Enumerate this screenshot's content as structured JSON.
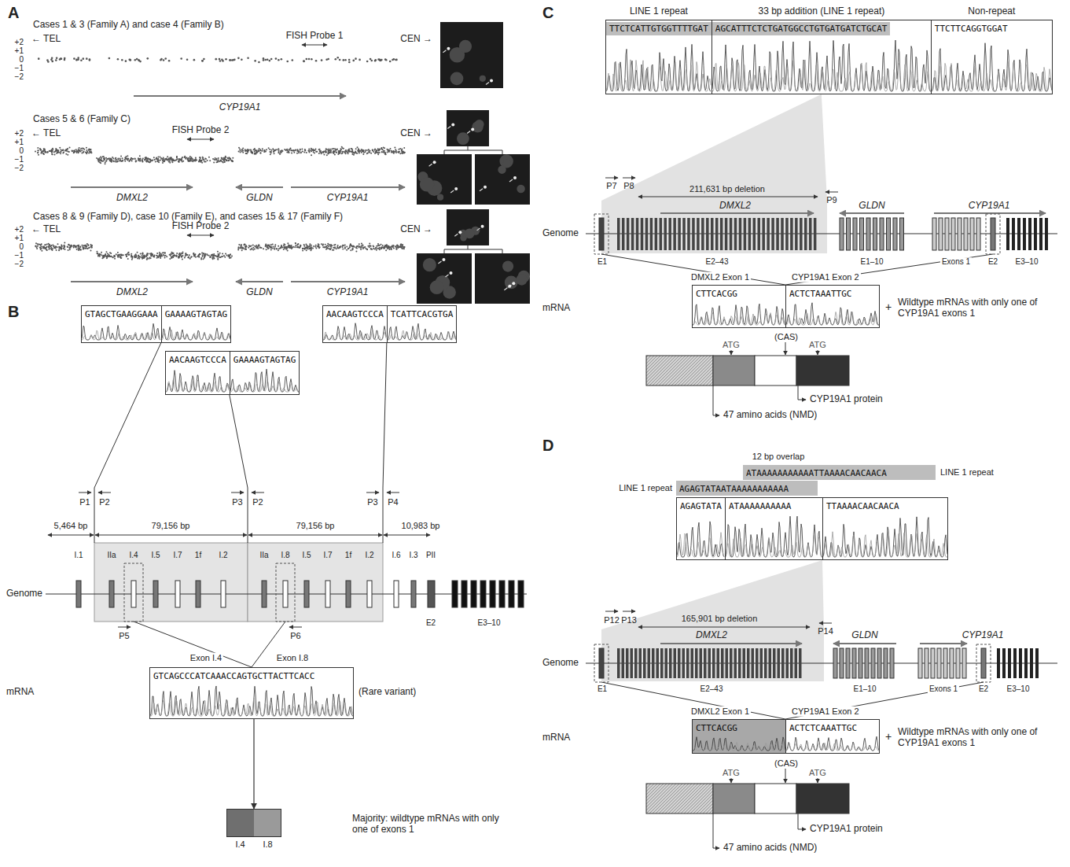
{
  "diagram": {
    "nodes": [
      {
        "text": [
          "GTAGCTGAAGGAAA"
        ]
      },
      {
        "text": [
          "GAAAAGTAGTAG"
        ]
      },
      {
        "text": [
          "AACAAGTCCCA"
        ]
      },
      {
        "text": [
          "TCATTCACGTGA"
        ]
      },
      {
        "text": [
          "AACAAGTCCCA"
        ]
      },
      {
        "text": [
          "GAAAAGTAGTAG"
        ]
      },
      {
        "text": [
          "GTCAGCCCATCAAACCAGTGCTTACTTCACC"
        ]
      },
      {
        "text": [
          "I.4",
          "I.8"
        ]
      },
      {
        "text": [
          "LINE 1 repeat",
          "TTCTCATTGTGGTTTTGAT"
        ]
      },
      {
        "text": [
          "33 bp addition (LINE 1 repeat)",
          "AGCATTTCTCTGATGGCCTGTGATGATCTGCAT"
        ]
      },
      {
        "text": [
          "Non-repeat",
          "TTCTTCAGGTGGAT"
        ]
      },
      {
        "text": [
          "CTTCACGG"
        ]
      },
      {
        "text": [
          "ACTCTAAATTGC"
        ]
      },
      {
        "text": [
          "ATAAAAAAAAAAATTAAAACAACAACA"
        ]
      },
      {
        "text": [
          "AGAGTATAATAAAAAAAAAAA"
        ]
      },
      {
        "text": [
          "AGAGTATA"
        ]
      },
      {
        "text": [
          "ATAAAAAAAAAA"
        ]
      },
      {
        "text": [
          "TTAAAACAACAACA"
        ]
      },
      {
        "text": [
          "CTTCACGG"
        ]
      },
      {
        "text": [
          "ACTCTCAAATTGC"
        ]
      }
    ],
    "edges": [
      {
        "from": 6,
        "to": 7,
        "arrow": "to"
      }
    ],
    "labels": [
      "A",
      "Cases 1 & 3 (Family A) and case 4 (Family B)",
      "+2",
      "+1",
      "0",
      "−1",
      "−2",
      "← TEL",
      "FISH Probe 1",
      "CEN →",
      "CYP19A1",
      "Cases 5 & 6 (Family C)",
      "+2",
      "+1",
      "0",
      "−1",
      "−2",
      "← TEL",
      "FISH Probe 2",
      "CEN →",
      "DMXL2",
      "GLDN",
      "CYP19A1",
      "Cases 8 & 9 (Family D), case 10 (Family E), and cases 15 & 17 (Family F)",
      "+2",
      "+1",
      "0",
      "−1",
      "−2",
      "← TEL",
      "FISH Probe 2",
      "CEN →",
      "DMXL2",
      "GLDN",
      "CYP19A1",
      "B",
      "P1",
      "P2",
      "P3",
      "P2",
      "P3",
      "P4",
      "5,464 bp",
      "79,156 bp",
      "79,156 bp",
      "10,983 bp",
      "I.1",
      "IIa",
      "I.4",
      "I.5",
      "I.7",
      "1f",
      "I.2",
      "IIa",
      "I.8",
      "I.5",
      "I.7",
      "1f",
      "I.2",
      "I.6",
      "I.3",
      "PII",
      "Genome",
      "E2",
      "E3–10",
      "P5",
      "P6",
      "Exon I.4",
      "Exon I.8",
      "mRNA",
      "(Rare variant)",
      "Majority: wildtype mRNAs with only one of exons 1",
      "C",
      "P7",
      "P8",
      "211,631 bp deletion",
      "P9",
      "DMXL2",
      "GLDN",
      "CYP19A1",
      "Genome",
      "E1",
      "E2–43",
      "E1–10",
      "Exons 1",
      "E2",
      "E3–10",
      "DMXL2 Exon 1",
      "CYP19A1 Exon 2",
      "mRNA",
      "+",
      "Wildtype mRNAs with only one of CYP19A1 exons 1",
      "(CAS)",
      "ATG",
      "ATG",
      "CYP19A1 protein",
      "47 amino acids (NMD)",
      "D",
      "12 bp overlap",
      "LINE 1 repeat",
      "LINE 1 repeat",
      "P12",
      "P13",
      "165,901 bp deletion",
      "P14",
      "DMXL2",
      "GLDN",
      "CYP19A1",
      "Genome",
      "E1",
      "E2–43",
      "E1–10",
      "Exons 1",
      "E2",
      "E3–10",
      "DMXL2 Exon 1",
      "CYP19A1 Exon 2",
      "mRNA",
      "+",
      "Wildtype mRNAs with only one of CYP19A1 exons 1",
      "(CAS)",
      "ATG",
      "ATG",
      "CYP19A1 protein",
      "47 amino acids (NMD)"
    ]
  }
}
